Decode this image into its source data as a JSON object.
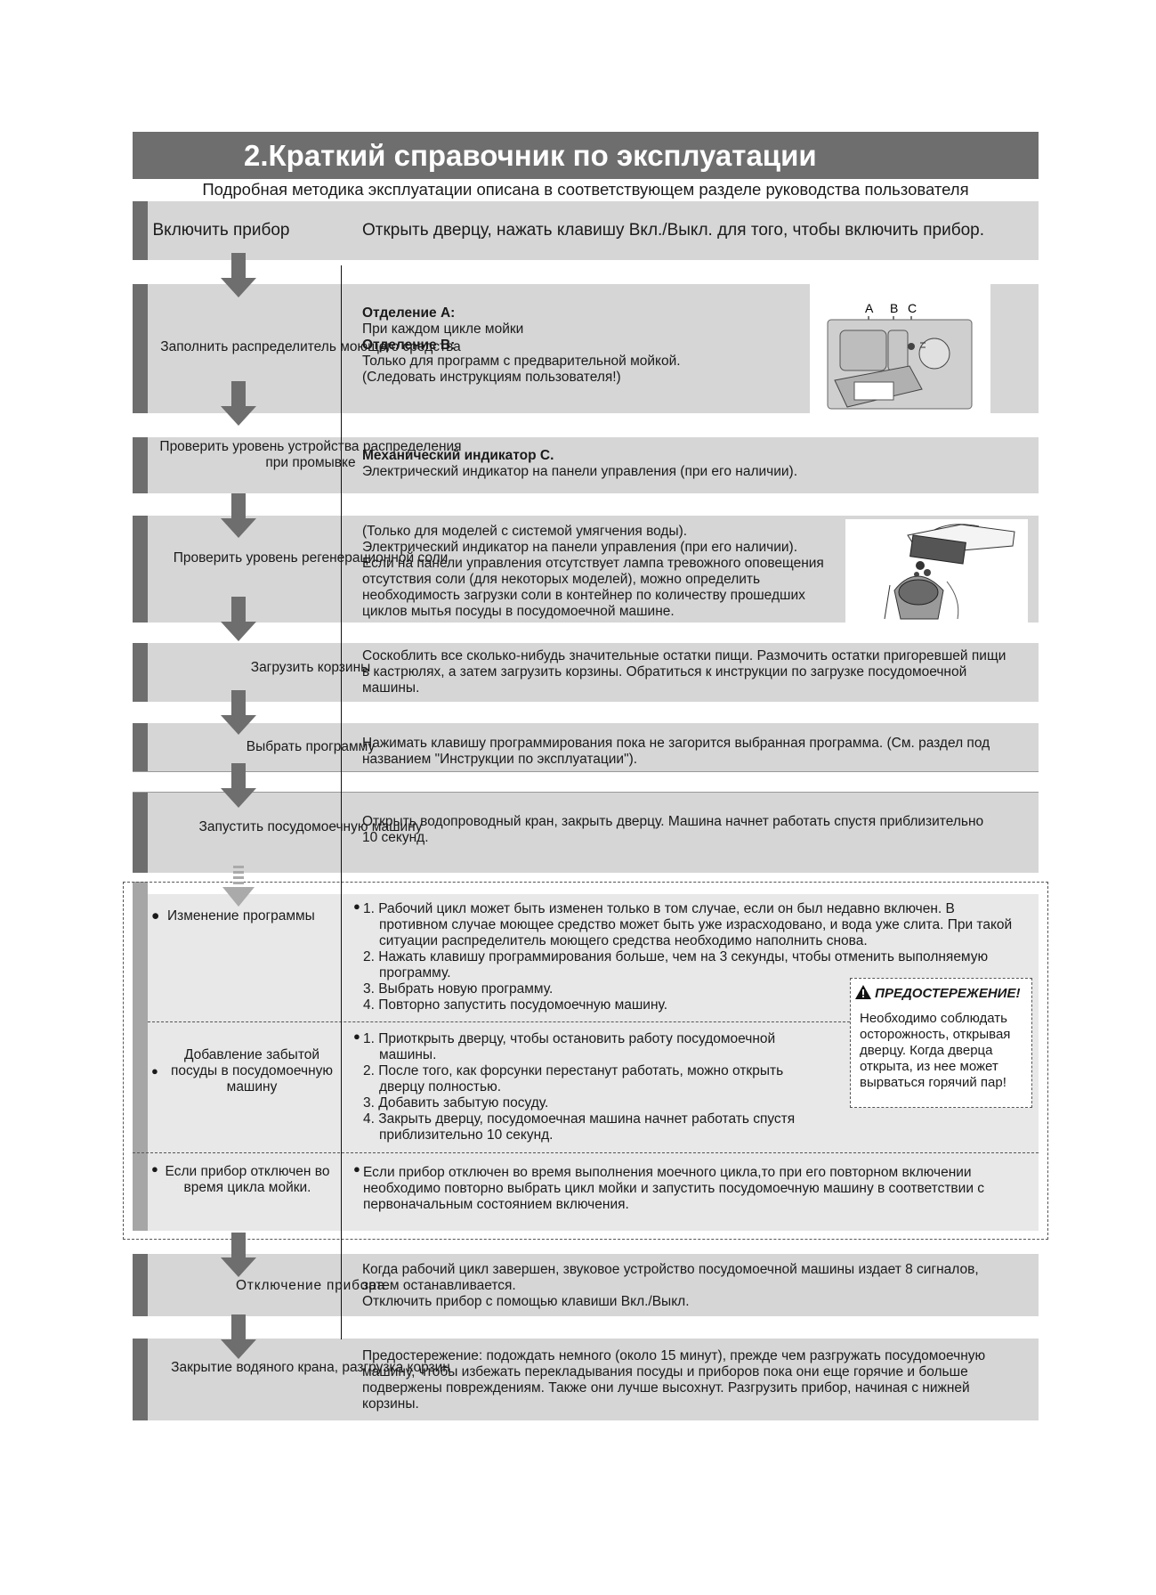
{
  "header": {
    "title": "2.Краткий справочник по эксплуатации",
    "subtitle": "Подробная методика эксплуатации описана в соответствующем разделе руководства пользователя"
  },
  "rows": [
    {
      "label": "Включить прибор",
      "text": "Открыть дверцу, нажать клавишу Вкл./Выкл. для того, чтобы включить прибор."
    },
    {
      "label": "Заполнить распределитель моющего средства",
      "line1": "Отделение A:",
      "line2": "При каждом цикле мойки",
      "line3": "Отделение B:",
      "line4": "Только для программ с предварительной мойкой.",
      "line5": "(Следовать инструкциям пользователя!)",
      "fig_labels": [
        "A",
        "B",
        "C"
      ]
    },
    {
      "label": "Проверить уровень устройства распределения при промывке",
      "line1": "Механический индикатор C.",
      "line2": "Электрический индикатор на панели управления (при его наличии)."
    },
    {
      "label": "Проверить уровень регенерационной соли",
      "lines": [
        "(Только для моделей с системой умягчения воды).",
        "Электрический индикатор на панели управления (при его наличии).",
        "Если на панели управления отсутствует лампа тревожного оповещения",
        "отсутствия соли (для некоторых моделей), можно определить",
        "необходимость загрузки соли в контейнер по количеству прошедших",
        "циклов мытья посуды в посудомоечной машине."
      ]
    },
    {
      "label": "Загрузить корзины",
      "text_a": "Соскоблить все сколько-нибудь значительные остатки пищи.",
      "text_b": "Размочить",
      "text_c": "остатки пригоревшей пищи",
      "line2": "в кастрюлях, а затем загрузить корзины. Обратиться к инструкции по загрузке посудомоечной",
      "line3": "машины."
    },
    {
      "label": "Выбрать программу",
      "line1": "Нажимать клавишу программирования пока не загорится выбранная программа. (См. раздел под",
      "line2": "названием \"Инструкции по эксплуатации\")."
    },
    {
      "label": "Запустить посудомоечную машину",
      "line1": "Открыть водопроводный кран, закрыть дверцу. Машина начнет работать спустя приблизительно",
      "line2": "10 секунд."
    }
  ],
  "special": {
    "change": {
      "label": "Изменение программы",
      "lines": [
        "1. Рабочий цикл может быть изменен только в том случае, если он был недавно включен. В",
        "противном случае моющее средство может быть уже израсходовано, и вода уже слита. При такой",
        "ситуации распределитель моющего средства необходимо наполнить снова.",
        "2. Нажать клавишу программирования больше, чем на 3 секунды, чтобы отменить выполняемую",
        "программу.",
        "3. Выбрать новую программу.",
        "4. Повторно запустить посудомоечную машину."
      ]
    },
    "add": {
      "label": "Добавление забытой посуды в посудомоечную машину",
      "lines": [
        "1. Приоткрыть дверцу, чтобы остановить работу посудомоечной",
        "машины.",
        "2. После того, как форсунки перестанут работать, можно открыть",
        "дверцу полностью.",
        "3. Добавить забытую посуду.",
        "4. Закрыть дверцу, посудомоечная машина начнет работать спустя",
        "приблизительно 10 секунд."
      ]
    },
    "off": {
      "label": "Если прибор отключен во время цикла мойки.",
      "lines": [
        "Если прибор отключен во время выполнения моечного цикла,то при его повторном включении",
        "необходимо повторно выбрать цикл мойки и запустить посудомоечную машину в соответствии с",
        "первоначальным состоянием включения."
      ]
    },
    "warning": {
      "title": "ПРЕДОСТЕРЕЖЕНИЕ!",
      "lines": [
        "Необходимо соблюдать",
        "осторожность, открывая",
        "дверцу. Когда дверца",
        "открыта, из нее может",
        "вырваться горячий пар!"
      ]
    }
  },
  "end_rows": [
    {
      "label": "Отключение прибора",
      "lines": [
        "Когда рабочий цикл завершен, звуковое устройство посудомоечной машины издает 8 сигналов,",
        "затем останавливается.",
        "Отключить прибор с помощью клавиши Вкл./Выкл."
      ]
    },
    {
      "label": "Закрытие водяного крана, разгрузка корзин",
      "lines": [
        "Предостережение: подождать немного (около 15 минут), прежде чем разгружать посудомоечную",
        "машину, чтобы избежать перекладывания посуды и приборов пока они еще горячие и больше",
        "подвержены повреждениям. Также они лучше высохнут. Разгрузить прибор, начиная с нижней",
        "корзины."
      ]
    }
  ],
  "colors": {
    "bar": "#6e6e6e",
    "row_bg": "#d6d6d6",
    "special_bg": "#e8e8e8",
    "special_stripe": "#a6a6a6"
  }
}
